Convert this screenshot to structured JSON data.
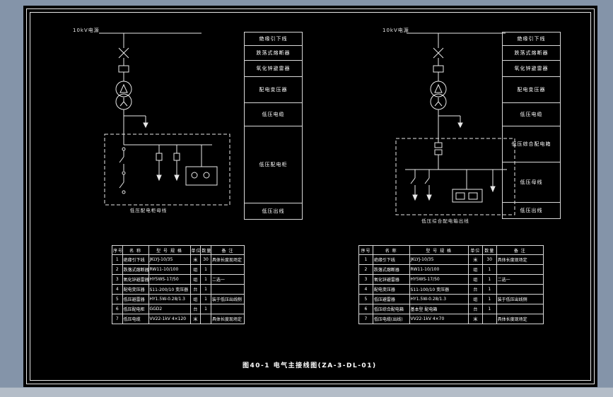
{
  "colors": {
    "workspace_bg": "#8494a9",
    "canvas_bg": "#000000",
    "line": "#e8e8e8",
    "text": "#ffffff"
  },
  "title": {
    "text": "图40-1  电气主接线图(ZA-3-DL-01)"
  },
  "left_diagram": {
    "source_label": "10kV电源",
    "box_caption": "低压配电柜母线",
    "panel_labels": [
      "绝缘引下线",
      "跌落式熔断器",
      "氧化锌避雷器",
      "配电变压器",
      "低压电缆",
      "低压配电柜",
      "低压出线"
    ],
    "table": {
      "headers": [
        "序号",
        "名  称",
        "型 号 规 格",
        "单位",
        "数量",
        "备  注"
      ],
      "rows": [
        [
          "1",
          "绝缘引下线",
          "JKLYJ-10/35",
          "米",
          "30",
          "具体长度现场定"
        ],
        [
          "2",
          "跌落式熔断器",
          "RW11-10/100",
          "组",
          "1",
          ""
        ],
        [
          "3",
          "氧化锌避雷器",
          "HY5WS-17/50",
          "组",
          "1",
          "二选一"
        ],
        [
          "4",
          "配电变压器",
          "S11-200/10 变压器",
          "台",
          "1",
          ""
        ],
        [
          "5",
          "低压避雷器",
          "HY1.5W-0.28/1.3",
          "组",
          "1",
          "装于低压出线侧"
        ],
        [
          "6",
          "低压配电柜",
          "GGD2",
          "台",
          "1",
          ""
        ],
        [
          "7",
          "低压电缆",
          "VV22-1kV 4×120",
          "米",
          "",
          "具体长度现场定"
        ]
      ]
    }
  },
  "right_diagram": {
    "source_label": "10kV电源",
    "box_caption": "低压综合配电箱出线",
    "panel_labels": [
      "绝缘引下线",
      "跌落式熔断器",
      "氧化锌避雷器",
      "配电变压器",
      "低压电缆",
      "低压综合配电箱",
      "低压母线",
      "低压出线"
    ],
    "table": {
      "headers": [
        "序号",
        "名  称",
        "型 号 规 格",
        "单位",
        "数量",
        "备  注"
      ],
      "rows": [
        [
          "1",
          "绝缘引下线",
          "JKLYJ-10/35",
          "米",
          "30",
          "具体长度现场定"
        ],
        [
          "2",
          "跌落式熔断器",
          "RW11-10/100",
          "组",
          "1",
          ""
        ],
        [
          "3",
          "氧化锌避雷器",
          "HY5WS-17/50",
          "组",
          "1",
          "二选一"
        ],
        [
          "4",
          "配电变压器",
          "S11-100/10 变压器",
          "台",
          "1",
          ""
        ],
        [
          "5",
          "低压避雷器",
          "HY1.5W-0.28/1.3",
          "组",
          "1",
          "装于低压出线侧"
        ],
        [
          "6",
          "低压综合配电箱",
          "基本型 配电箱",
          "台",
          "1",
          ""
        ],
        [
          "7",
          "低压电缆(出线)",
          "VV22-1kV 4×70",
          "米",
          "",
          "具体长度现场定"
        ]
      ]
    }
  }
}
